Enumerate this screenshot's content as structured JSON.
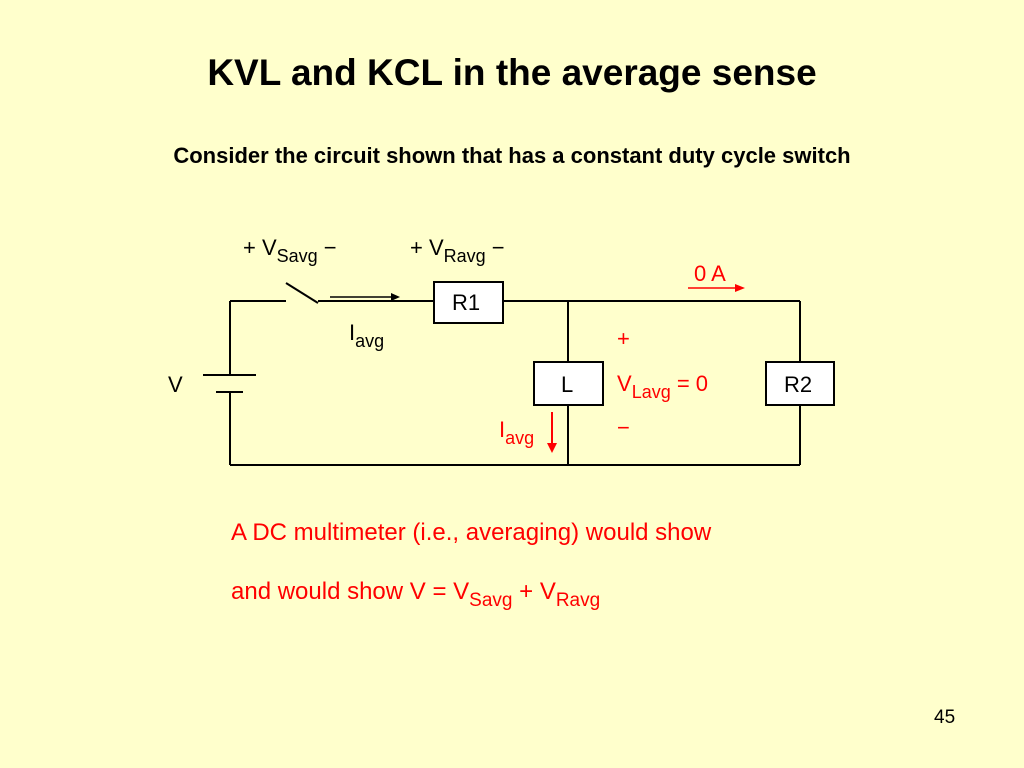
{
  "slide": {
    "title": "KVL and KCL in the average sense",
    "subtitle": "Consider the circuit shown that has a constant duty cycle switch",
    "page_number": "45"
  },
  "circuit": {
    "vs_label": {
      "plus": "+ V",
      "sub": "Savg",
      "minus": " −"
    },
    "vr_label": {
      "plus": "+ V",
      "sub": "Ravg",
      "minus": " −"
    },
    "source_label": "V",
    "r1_label": "R1",
    "l_label": "L",
    "r2_label": "R2",
    "iavg_top": {
      "main": "I",
      "sub": "avg"
    },
    "iavg_l": {
      "main": "I",
      "sub": "avg"
    },
    "zero_current": "0 A",
    "vl_plus": "+",
    "vl_minus": "−",
    "vl_label": {
      "main": "V",
      "sub": "Lavg",
      "rest": " = 0"
    },
    "colors": {
      "wire": "#000000",
      "annotation": "#FF0000",
      "background": "#FFFFCC"
    }
  },
  "notes": {
    "line1": "A DC multimeter (i.e., averaging) would show",
    "line2": {
      "pre": "and would show V = V",
      "sub1": "Savg",
      "mid": " + V",
      "sub2": "Ravg"
    }
  }
}
